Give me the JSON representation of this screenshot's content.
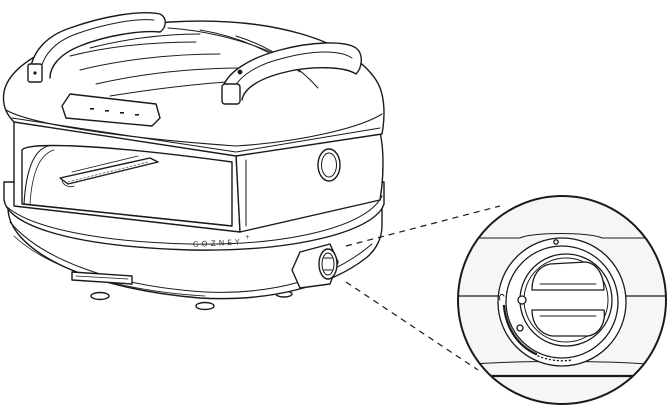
{
  "illustration": {
    "brand_label": "GOZNEY",
    "brand_mark": "+",
    "ink_color": "#1a1a1a",
    "paper_color": "#ffffff",
    "callout_fill": "#f6f6f6",
    "icons": [
      "pizza-oven",
      "gas-control-knob",
      "magnifier-callout"
    ]
  }
}
